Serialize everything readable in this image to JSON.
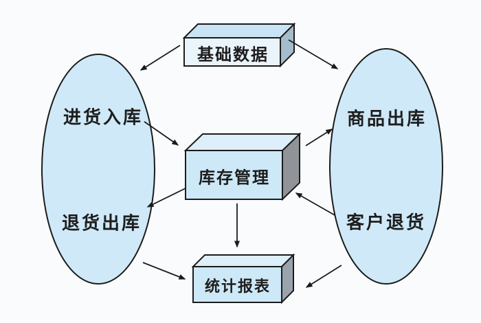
{
  "diagram": {
    "description": "Inventory management system data-flow diagram",
    "nodes": {
      "basic_data": {
        "label": "基础数据",
        "shape": "3d-box"
      },
      "inventory_mgmt": {
        "label": "库存管理",
        "shape": "3d-box"
      },
      "stats_report": {
        "label": "统计报表",
        "shape": "3d-box"
      },
      "purchase_in": {
        "label": "进货入库",
        "shape": "ellipse-zone-left"
      },
      "return_out": {
        "label": "退货出库",
        "shape": "ellipse-zone-left"
      },
      "goods_out": {
        "label": "商品出库",
        "shape": "ellipse-zone-right"
      },
      "customer_return": {
        "label": "客户退货",
        "shape": "ellipse-zone-right"
      }
    },
    "edges": [
      {
        "from": "basic_data",
        "to": "purchase_in"
      },
      {
        "from": "basic_data",
        "to": "goods_out"
      },
      {
        "from": "purchase_in",
        "to": "inventory_mgmt"
      },
      {
        "from": "inventory_mgmt",
        "to": "return_out"
      },
      {
        "from": "inventory_mgmt",
        "to": "goods_out"
      },
      {
        "from": "customer_return",
        "to": "inventory_mgmt"
      },
      {
        "from": "inventory_mgmt",
        "to": "stats_report"
      },
      {
        "from": "return_out",
        "to": "stats_report"
      },
      {
        "from": "customer_return",
        "to": "stats_report"
      }
    ]
  },
  "colors": {
    "bg": "#fafbfc",
    "line": "#1b1b1b",
    "text": "#1d1d1d",
    "ellipse_fill": "#cfe9f8",
    "box_front": "#cde8f7",
    "box_front_light": "#eaf4fb",
    "box_top": "#c8e4f5",
    "box_top_light": "#ddeffa",
    "box_side": "#909498",
    "box_side_blue": "#a5bccd",
    "box_side_gray": "#9aa3ac"
  }
}
